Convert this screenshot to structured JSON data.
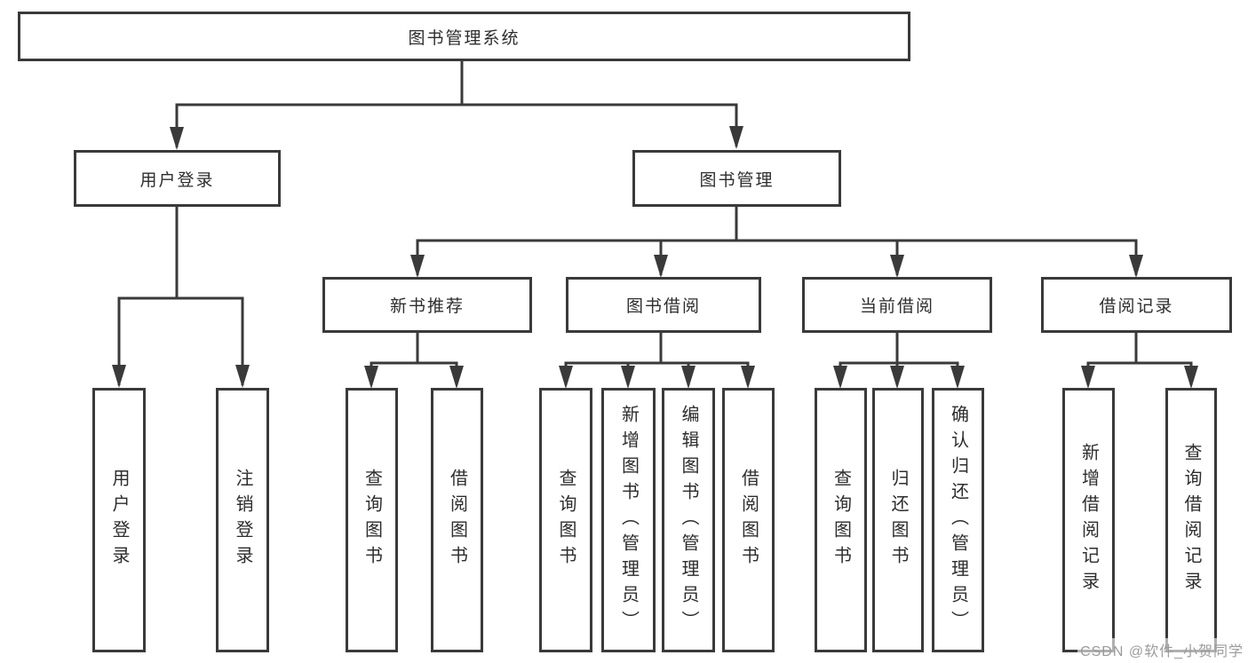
{
  "diagram": {
    "root": {
      "label": "图书管理系统"
    },
    "children": [
      {
        "label": "用户登录",
        "children": [
          {
            "label": "用户登录"
          },
          {
            "label": "注销登录"
          }
        ]
      },
      {
        "label": "图书管理",
        "children": [
          {
            "label": "新书推荐",
            "children": [
              {
                "label": "查询图书"
              },
              {
                "label": "借阅图书"
              }
            ]
          },
          {
            "label": "图书借阅",
            "children": [
              {
                "label": "查询图书"
              },
              {
                "label": "新增图书（管理员）"
              },
              {
                "label": "编辑图书（管理员）"
              },
              {
                "label": "借阅图书"
              }
            ]
          },
          {
            "label": "当前借阅",
            "children": [
              {
                "label": "查询图书"
              },
              {
                "label": "归还图书"
              },
              {
                "label": "确认归还（管理员）"
              }
            ]
          },
          {
            "label": "借阅记录",
            "children": [
              {
                "label": "新增借阅记录"
              },
              {
                "label": "查询借阅记录"
              }
            ]
          }
        ]
      }
    ]
  },
  "colors": {
    "line": "#3a3a3a",
    "text": "#2d2d2d",
    "background": "#ffffff",
    "watermark": "#9b9b9b"
  },
  "watermark": {
    "text": "CSDN @软件_小贺同学"
  }
}
